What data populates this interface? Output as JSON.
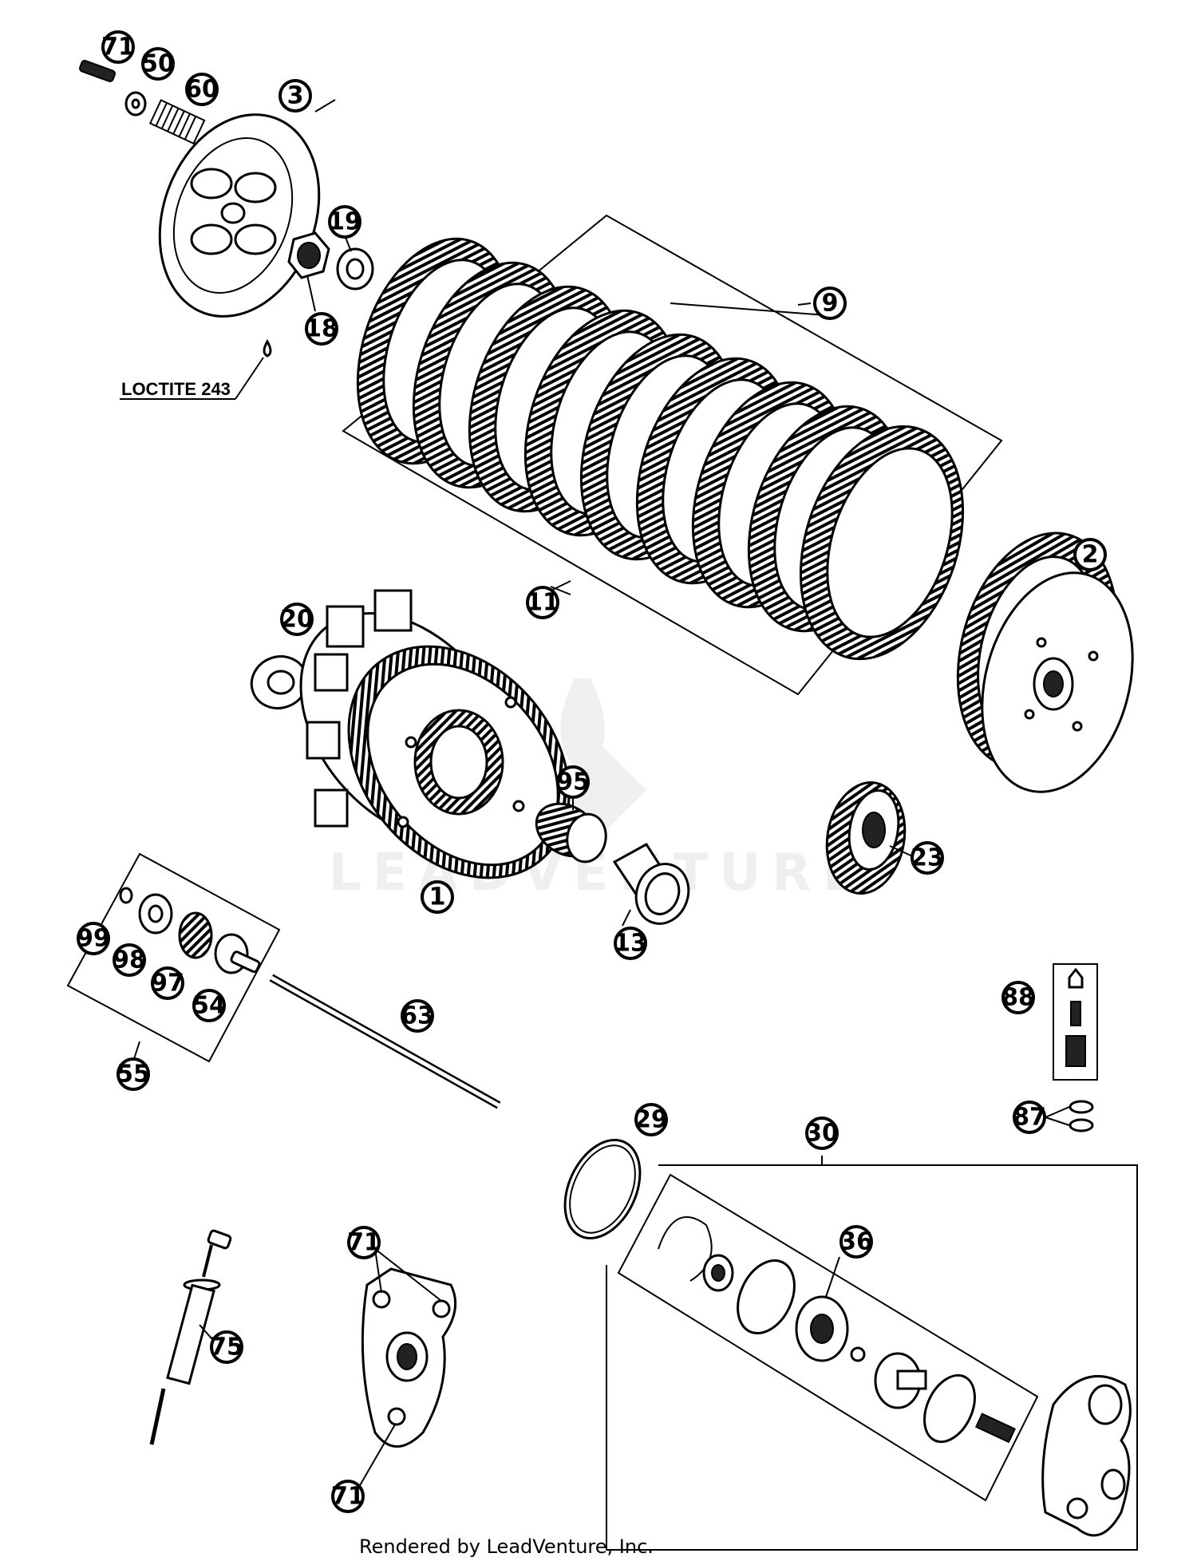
{
  "diagram": {
    "annotation": "LOCTITE 243",
    "watermark": "LEADVENTURE",
    "footer": "Rendered by LeadVenture, Inc.",
    "callouts": [
      "71",
      "50",
      "60",
      "3",
      "19",
      "18",
      "9",
      "11",
      "2",
      "20",
      "95",
      "1",
      "23",
      "13",
      "99",
      "98",
      "97",
      "54",
      "55",
      "63",
      "88",
      "87",
      "29",
      "30",
      "36",
      "71",
      "75",
      "71"
    ]
  }
}
